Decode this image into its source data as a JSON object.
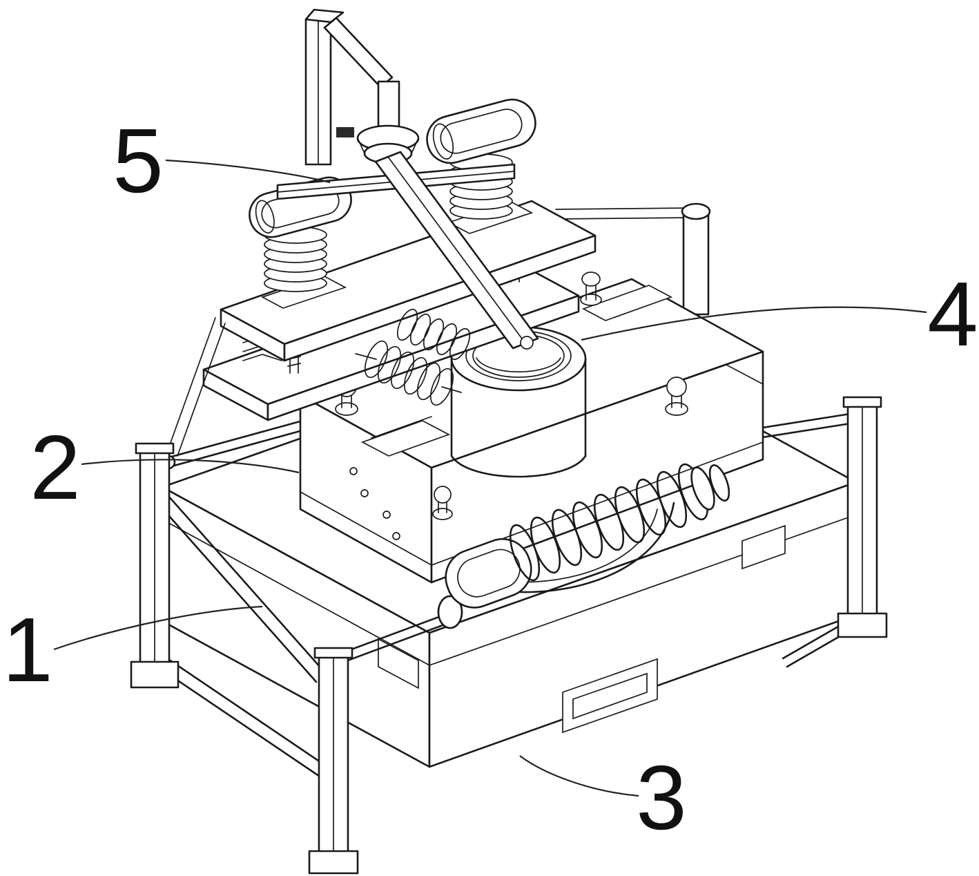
{
  "figure": {
    "kind": "patent-style isometric line drawing of a clamping machine assembly",
    "colors": {
      "ink": "#1a1a1a",
      "bg": "#ffffff",
      "leader": "#222222"
    },
    "callouts": [
      {
        "label": "1"
      },
      {
        "label": "2"
      },
      {
        "label": "3"
      },
      {
        "label": "4"
      },
      {
        "label": "5"
      }
    ]
  }
}
